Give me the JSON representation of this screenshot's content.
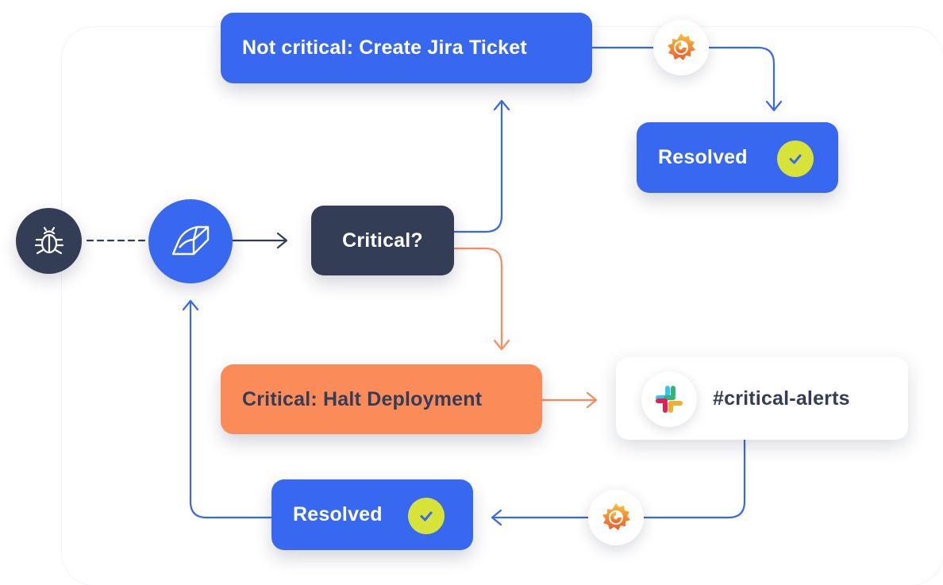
{
  "nodes": {
    "jira": {
      "label": "Not critical: Create Jira Ticket"
    },
    "resolved_top": {
      "label": "Resolved"
    },
    "critical": {
      "label": "Critical?"
    },
    "halt": {
      "label": "Critical: Halt Deployment"
    },
    "slack": {
      "label": "#critical-alerts"
    },
    "resolved_bottom": {
      "label": "Resolved"
    }
  },
  "icons": {
    "bug": "bug-icon",
    "tool": "ramp-block-icon",
    "grafana": "grafana-icon",
    "slack": "slack-icon",
    "check": "check-icon"
  },
  "colors": {
    "blue": "#3868f0",
    "navy": "#333d55",
    "orange": "#fb8c5a",
    "check": "#d8e33a"
  }
}
